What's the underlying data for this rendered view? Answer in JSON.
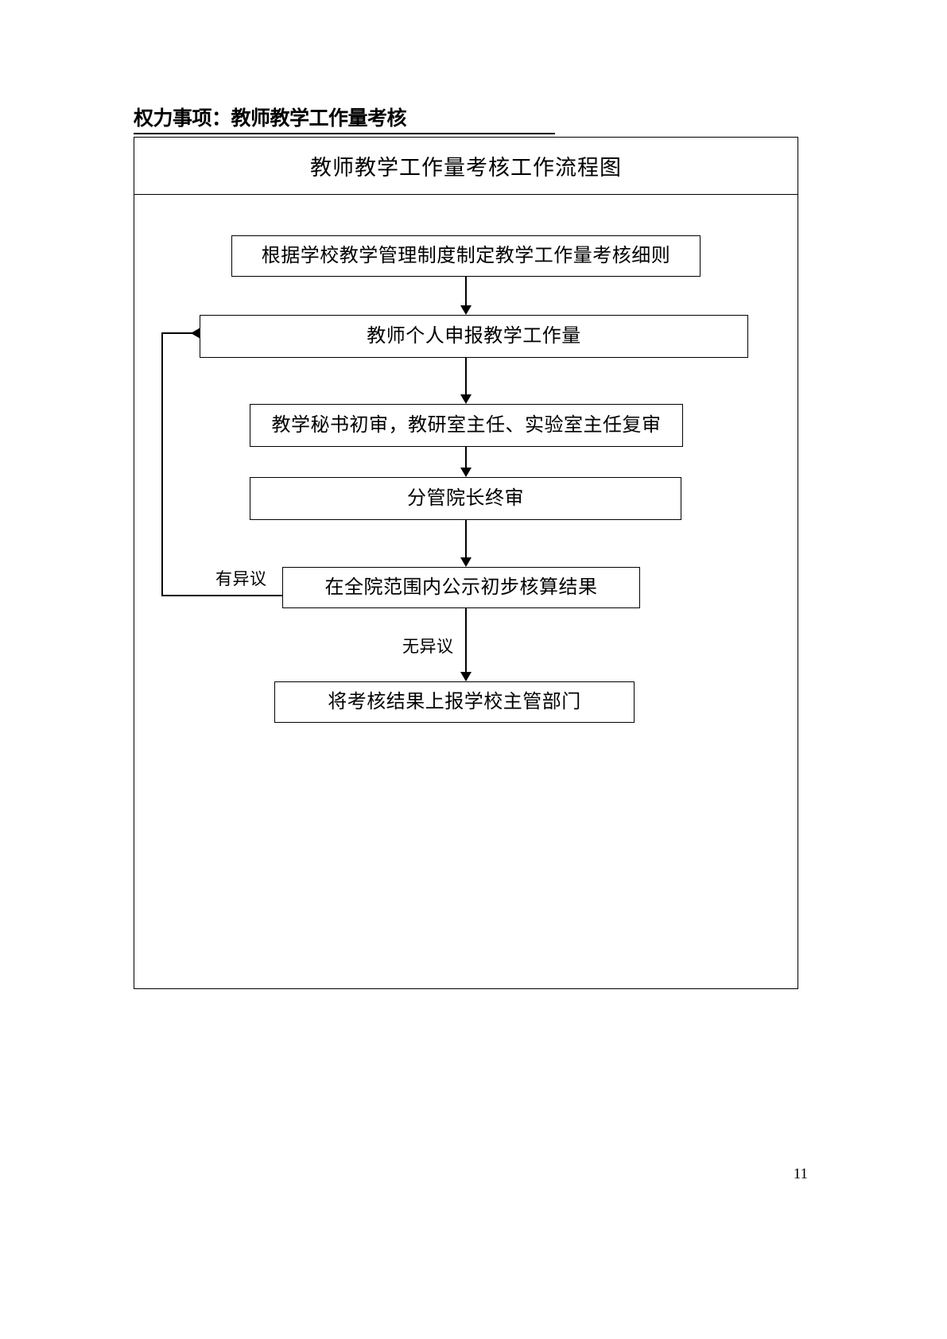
{
  "document": {
    "heading": "权力事项：教师教学工作量考核",
    "page_number": "11"
  },
  "flowchart": {
    "title": "教师教学工作量考核工作流程图",
    "nodes": [
      {
        "id": "node1",
        "label": "根据学校教学管理制度制定教学工作量考核细则"
      },
      {
        "id": "node2",
        "label": "教师个人申报教学工作量"
      },
      {
        "id": "node3",
        "label": "教学秘书初审，教研室主任、实验室主任复审"
      },
      {
        "id": "node4",
        "label": "分管院长终审"
      },
      {
        "id": "node5",
        "label": "在全院范围内公示初步核算结果"
      },
      {
        "id": "node6",
        "label": "将考核结果上报学校主管部门"
      }
    ],
    "edge_labels": {
      "objection": "有异议",
      "no_objection": "无异议"
    }
  }
}
